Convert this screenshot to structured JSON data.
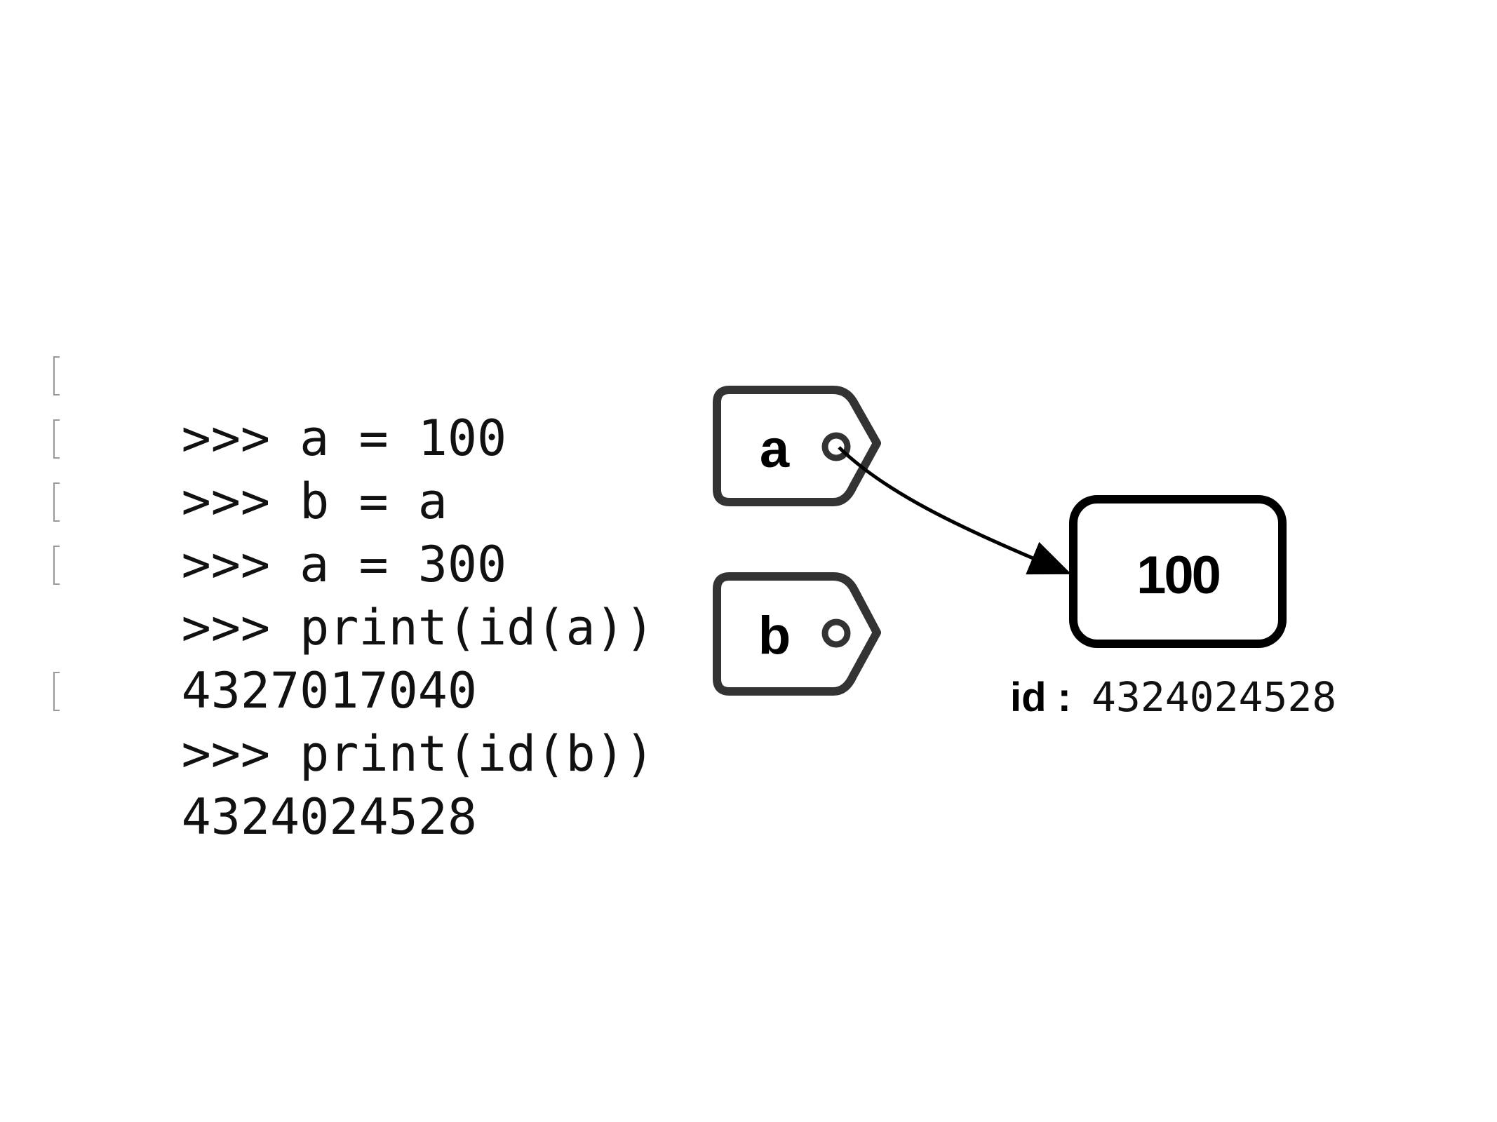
{
  "console": {
    "lines": [
      {
        "text": ">>> a = 100",
        "prompt": true
      },
      {
        "text": ">>> b = a",
        "prompt": true
      },
      {
        "text": ">>> a = 300",
        "prompt": true
      },
      {
        "text": ">>> print(id(a))",
        "prompt": true
      },
      {
        "text": "4327017040",
        "prompt": false
      },
      {
        "text": ">>> print(id(b))",
        "prompt": true
      },
      {
        "text": "4324024528",
        "prompt": false
      }
    ]
  },
  "diagram": {
    "tags": [
      {
        "label": "a"
      },
      {
        "label": "b"
      }
    ],
    "object": {
      "value": "100",
      "id_key": "id :",
      "id_value": "4324024528"
    }
  }
}
